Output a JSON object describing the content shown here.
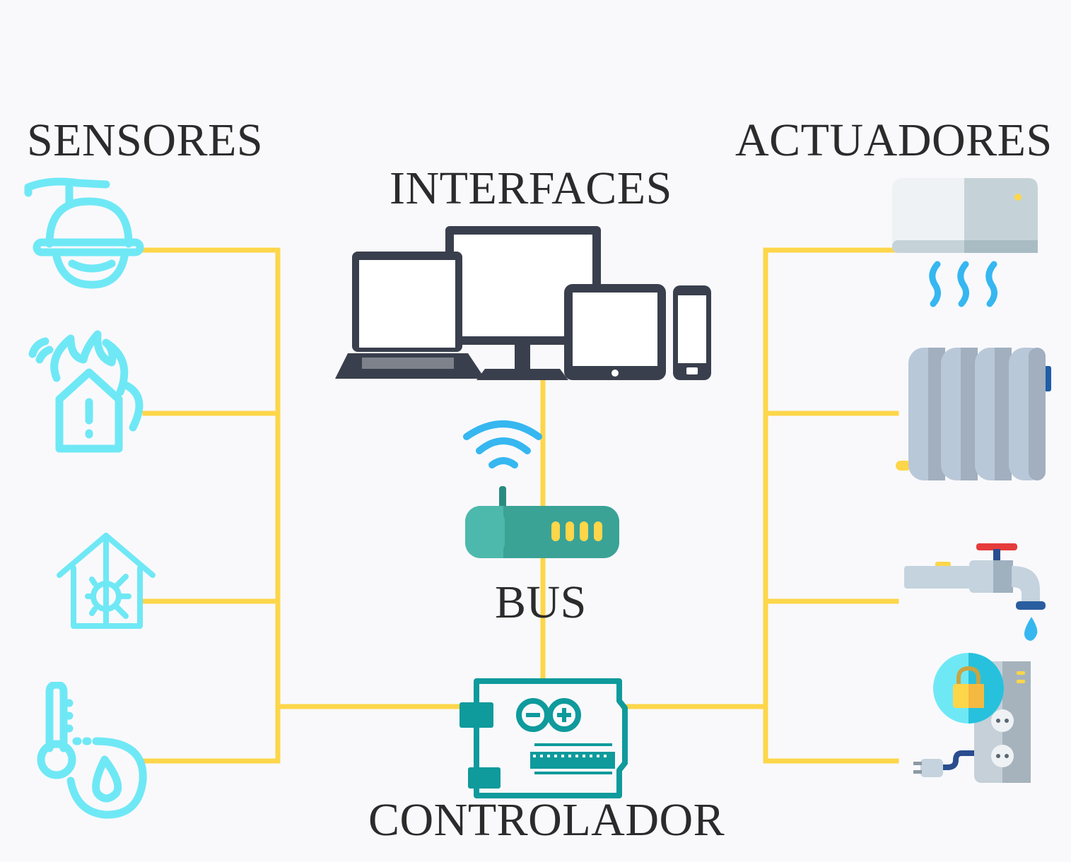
{
  "labels": {
    "sensors": "SENSORES",
    "actuators": "ACTUADORES",
    "interfaces": "INTERFACES",
    "bus": "BUS",
    "controller": "CONTROLADOR"
  },
  "colors": {
    "background": "#f9f9fc",
    "wire": "#fdd64a",
    "sensor_icon": "#6fe8f5",
    "device_frame": "#3a3f4d",
    "router": "#3aa396",
    "wifi": "#36b7f0",
    "arduino": "#0f9a9c",
    "text": "#2b2b2b"
  },
  "sensors": [
    {
      "icon": "security-camera-icon"
    },
    {
      "icon": "fire-alarm-house-icon"
    },
    {
      "icon": "house-climate-sensor-icon"
    },
    {
      "icon": "temperature-humidity-sensor-icon"
    }
  ],
  "actuators": [
    {
      "icon": "air-conditioner-icon"
    },
    {
      "icon": "radiator-icon"
    },
    {
      "icon": "water-tap-icon"
    },
    {
      "icon": "smart-power-strip-lock-icon"
    }
  ],
  "interfaces": {
    "icon": "devices-icon"
  },
  "bus": {
    "icon": "wifi-router-icon"
  },
  "controller": {
    "icon": "arduino-board-icon"
  }
}
